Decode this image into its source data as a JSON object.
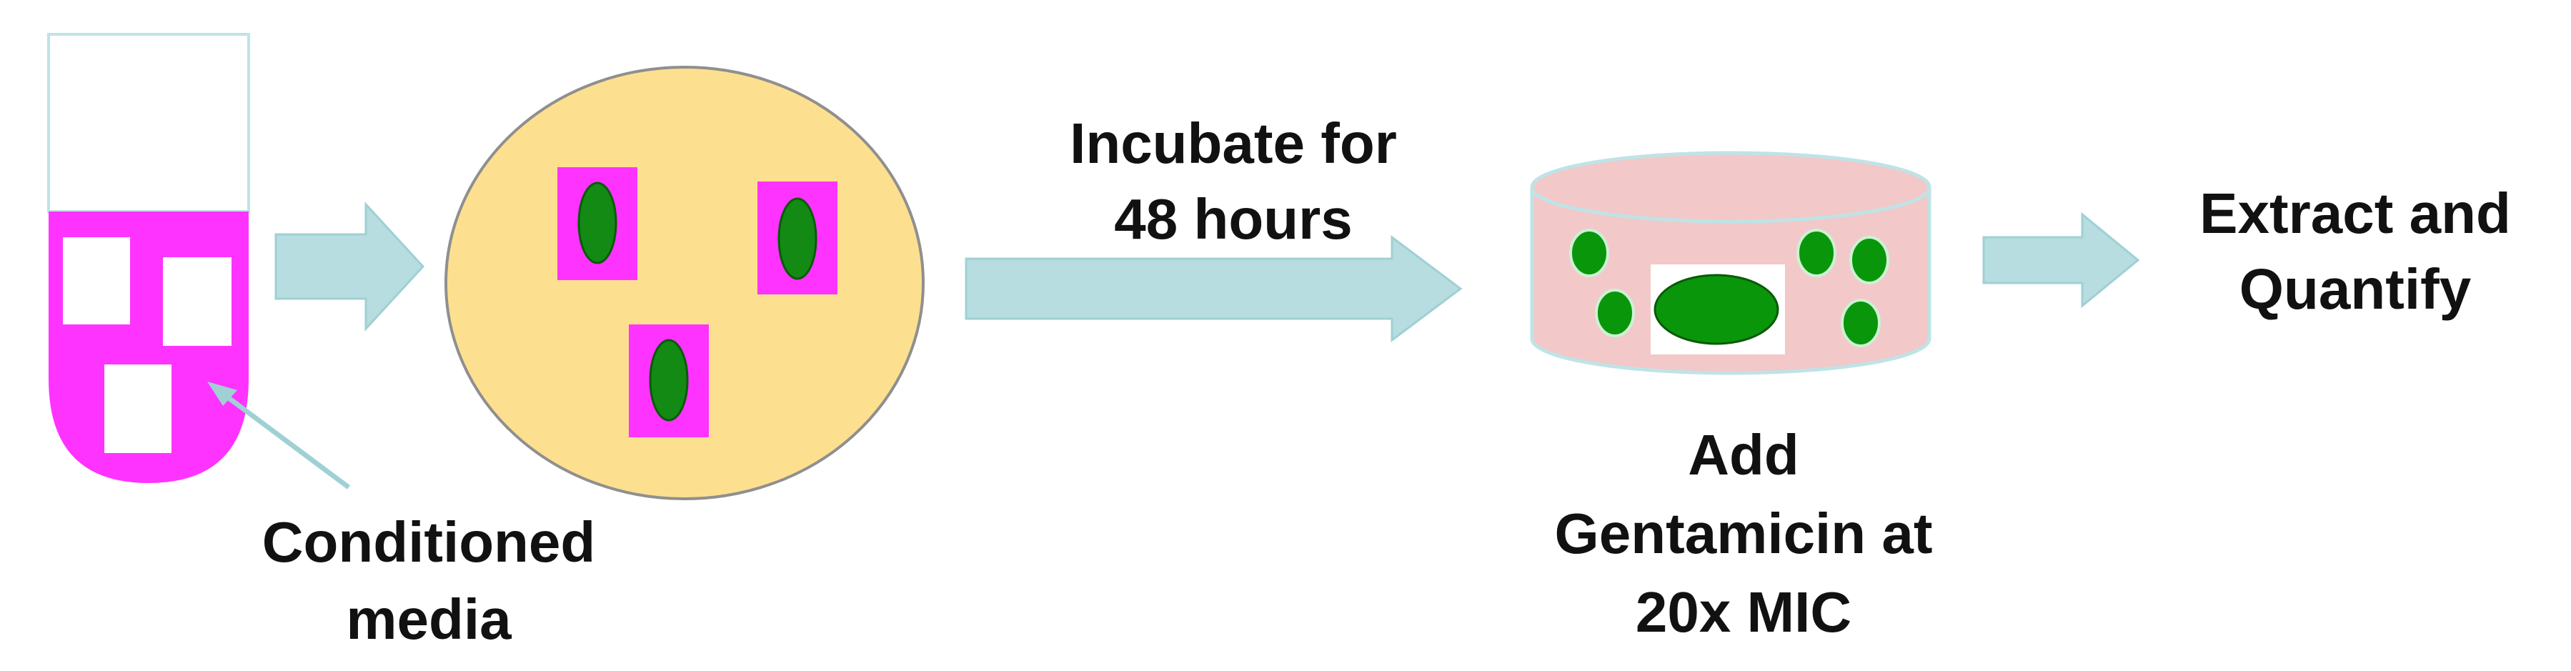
{
  "colors": {
    "tube_fill": "#ff33ff",
    "tube_outline": "#bfe3e6",
    "square_fill": "#ffffff",
    "arrow_fill": "#b7dde0",
    "arrow_outline": "#9fd0d4",
    "plate_fill": "#fde08f",
    "plate_outline": "#8f8f8f",
    "coupon_fill": "#ff33ff",
    "biofilm_fill": "#138a13",
    "biofilm_outline": "#0a5a0a",
    "dish_fill": "#f3c8c8",
    "dish_outline": "#bfe3e6",
    "dot_fill": "#0a960a",
    "dot_outline": "#ccf2d4"
  },
  "labels": {
    "conditioned_line1": "Conditioned",
    "conditioned_line2": "media",
    "incubate_line1": "Incubate for",
    "incubate_line2": "48 hours",
    "add_line1": "Add",
    "add_line2": "Gentamicin at",
    "add_line3": "20x MIC",
    "extract_line1": "Extract and",
    "extract_line2": "Quantify"
  }
}
